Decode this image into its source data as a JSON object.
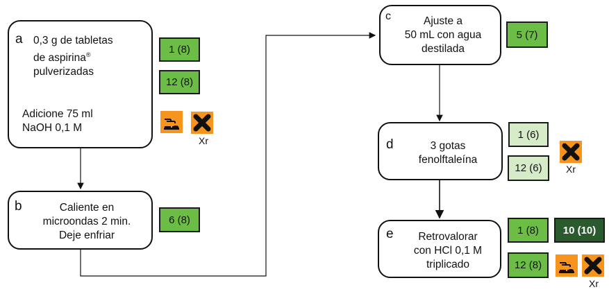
{
  "steps": [
    {
      "id": "a",
      "letter": "a",
      "lines": [
        "0,3 g de tabletas",
        "de aspirina",
        "pulverizadas"
      ],
      "registered": "®",
      "extra": [
        "Adicione 75 ml",
        "NaOH 0,1 M"
      ]
    },
    {
      "id": "b",
      "letter": "b",
      "lines": [
        "Caliente en",
        "microondas 2 min.",
        "Deje enfriar"
      ]
    },
    {
      "id": "c",
      "letter": "c",
      "lines": [
        "Ajuste a",
        "50 mL con agua",
        "destilada"
      ]
    },
    {
      "id": "d",
      "letter": "d",
      "lines": [
        "3 gotas",
        "fenolftaleína"
      ]
    },
    {
      "id": "e",
      "letter": "e",
      "lines": [
        "Retrovalorar",
        "con HCl 0,1 M",
        "triplicado"
      ]
    }
  ],
  "tags": {
    "a1": "1 (8)",
    "a2": "12 (8)",
    "b1": "6 (8)",
    "c1": "5 (7)",
    "d1": "1 (6)",
    "d2": "12 (6)",
    "e1": "1 (8)",
    "e2": "12 (8)",
    "e3": "10 (10)"
  },
  "hazard_label": "Xr",
  "colors": {
    "green": "#6cbd45",
    "light_green": "#d6ecc8",
    "dark_green": "#2b5a2e",
    "hazard_orange": "#f7941d"
  }
}
